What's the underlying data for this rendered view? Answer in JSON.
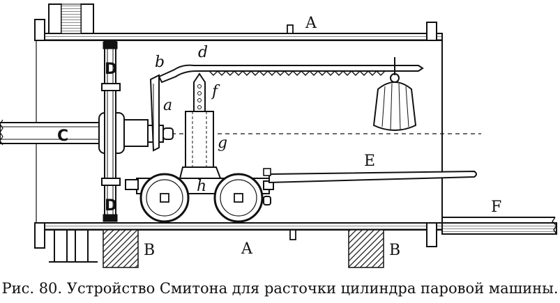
{
  "diagram": {
    "labels": {
      "A_top": "A",
      "A_bottom": "A",
      "B_left": "B",
      "B_right": "B",
      "C": "C",
      "D_top": "D",
      "D_bottom": "D",
      "E": "E",
      "F": "F",
      "a": "a",
      "b": "b",
      "d": "d",
      "f": "f",
      "g": "g",
      "h": "h"
    }
  },
  "caption": "Рис. 80. Устройство Смитона для расточки цилиндра паровой машины."
}
